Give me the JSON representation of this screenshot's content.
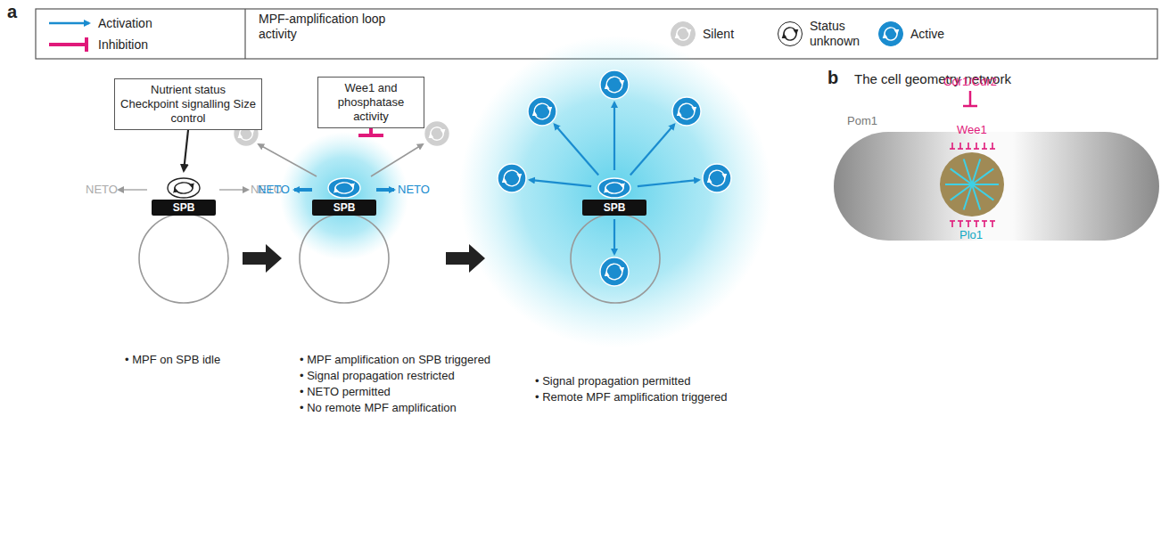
{
  "diagram": {
    "nodes": [
      {
        "text": [
          "Nutrient status Checkpoint signalling Size control"
        ]
      },
      {
        "text": [
          "SPB"
        ]
      },
      {
        "text": [
          "Wee1 and phosphatase activity"
        ]
      },
      {
        "text": [
          "SPB"
        ]
      },
      {
        "text": [
          "SPB"
        ]
      }
    ],
    "edges": [
      {
        "from": 0,
        "to": 1,
        "arrow": "to"
      }
    ],
    "labels": [
      "a",
      "MPF-amplification loop activity",
      "NETO",
      "NETO",
      "NETO",
      "NETO",
      "• MPF on SPB idle",
      "• MPF amplification on SPB triggered",
      "• Signal propagation restricted",
      "• NETO permitted",
      "• No remote MPF amplification",
      "• Signal propagation permitted",
      "• Remote MPF amplification triggered",
      "b",
      "The cell geometry network",
      "Cdr1/Cdr2",
      "Pom1",
      "Wee1",
      "Plo1"
    ],
    "legend": [
      {
        "text": "Activation"
      },
      {
        "text": "Inhibition"
      },
      {
        "text": "Silent",
        "color": "#cfcfcf"
      },
      {
        "text": "Status unknown",
        "color": "#ffffff"
      },
      {
        "text": "Active",
        "color": "#1a8ccf"
      }
    ]
  }
}
